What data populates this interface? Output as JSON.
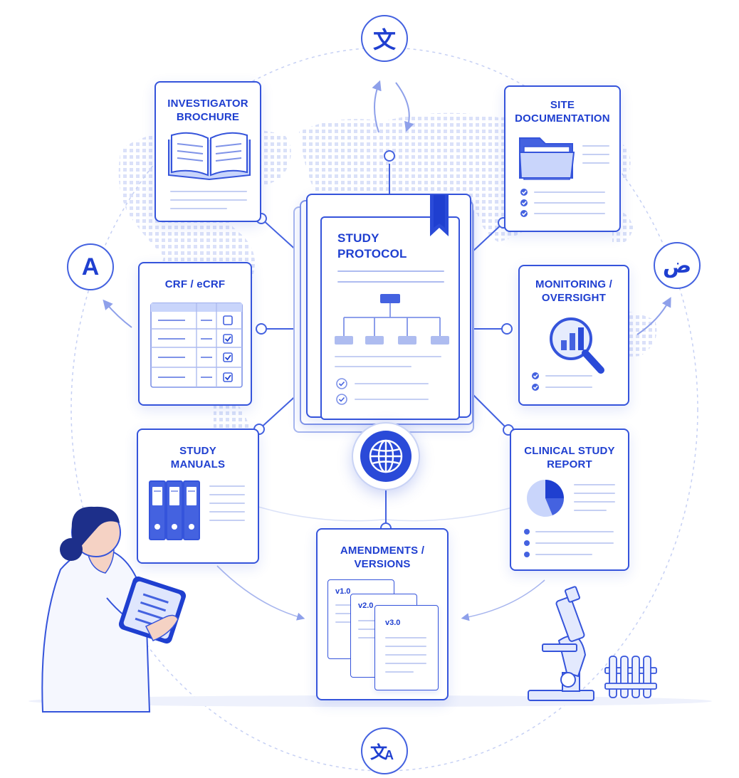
{
  "cards": {
    "investigator_brochure": "INVESTIGATOR\nBROCHURE",
    "site_documentation": "SITE\nDOCUMENTATION",
    "study_protocol": "STUDY\nPROTOCOL",
    "crf": "CRF / eCRF",
    "monitoring": "MONITORING /\nOVERSIGHT",
    "study_manuals": "STUDY\nMANUALS",
    "clinical_study_report": "CLINICAL STUDY\nREPORT",
    "amendments": "AMENDMENTS /\nVERSIONS"
  },
  "versions": [
    "v1.0",
    "v2.0",
    "v3.0"
  ],
  "language_badges": {
    "top": "文",
    "left": "A",
    "right": "ض",
    "bottom_main": "文",
    "bottom_sub": "A"
  },
  "icons": {
    "hub": "globe-icon",
    "brochure": "open-book-icon",
    "site": "folder-icon",
    "crf": "form-table-icon",
    "monitoring": "magnifier-chart-icon",
    "manuals": "binders-icon",
    "report": "pie-chart-icon",
    "protocol": "bookmark-icon"
  },
  "colors": {
    "primary": "#1f3fd0",
    "accent": "#3554db",
    "light": "#c5cff3",
    "background": "#ffffff"
  }
}
